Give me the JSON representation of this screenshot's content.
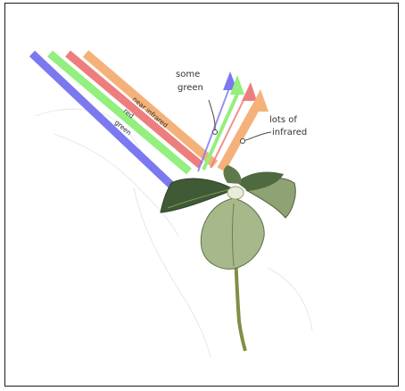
{
  "labels": {
    "some_green": [
      "some",
      "green"
    ],
    "lots_of_infrared": [
      "lots of",
      "infrared"
    ],
    "near_infrared": "near infrared",
    "red": "red",
    "green": "green"
  },
  "colors": {
    "blue": "#7b78f0",
    "green": "#93ef7e",
    "red": "#ee7e7e",
    "infrared": "#f4b27a",
    "leaf_dark": "#3f5a34",
    "leaf_light": "#b8c79a",
    "stem": "#7f8f45",
    "frame": "#1a1a1a"
  },
  "icons": [
    "plant-illustration",
    "arrow-blue",
    "arrow-green",
    "arrow-red",
    "arrow-infrared"
  ]
}
